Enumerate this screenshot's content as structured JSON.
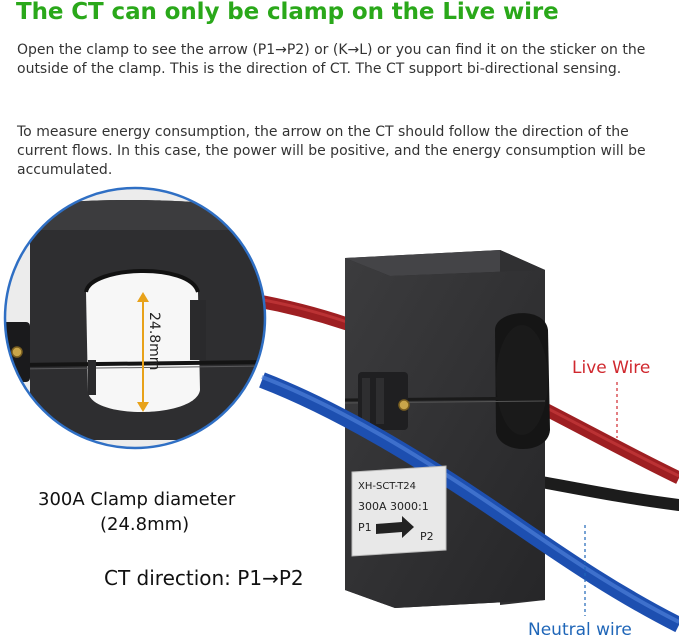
{
  "heading": "The CT can only be clamp on the Live wire",
  "paragraph_1": "Open the clamp to see the arrow (P1→P2) or (K→L) or you can find it on the sticker on the outside of the clamp. This is the direction of CT. The CT support bi-directional sensing.",
  "paragraph_2": "To measure energy consumption, the arrow on the CT should follow the direction of the current flows. In this case, the power will be positive, and the energy consumption will be accumulated.",
  "labels": {
    "live_wire": "Live Wire",
    "neutral_wire": "Neutral wire",
    "clamp_diameter_line1": "300A Clamp diameter",
    "clamp_diameter_line2": "(24.8mm)",
    "ct_direction": "CT direction: P1→P2",
    "inner_dimension": "24.8mm"
  },
  "sticker": {
    "model": "XH-SCT-T24",
    "rating": "300A 3000:1",
    "from": "P1",
    "to": "P2"
  },
  "colors": {
    "heading": "#2aa81a",
    "live": "#d0282e",
    "neutral": "#1f66b8",
    "circle_border": "#2f6fc4",
    "dimension_arrow": "#e8a21a"
  }
}
